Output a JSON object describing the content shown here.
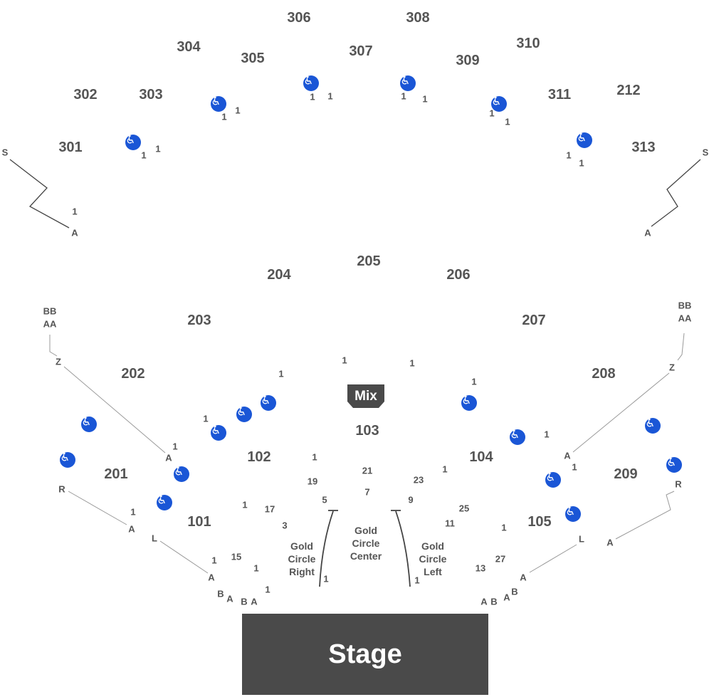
{
  "sections": {
    "s306": "306",
    "s308": "308",
    "s304": "304",
    "s305": "305",
    "s307": "307",
    "s309": "309",
    "s310": "310",
    "s302": "302",
    "s303": "303",
    "s311": "311",
    "s212": "212",
    "s301": "301",
    "s313": "313",
    "s205": "205",
    "s204": "204",
    "s206": "206",
    "s203": "203",
    "s207": "207",
    "s202": "202",
    "s208": "208",
    "s201": "201",
    "s209": "209",
    "s103": "103",
    "s102": "102",
    "s104": "104",
    "s101": "101",
    "s105": "105"
  },
  "row_labels": {
    "one": "1",
    "s": "S",
    "a": "A",
    "b": "B",
    "l": "L",
    "r": "R",
    "z": "Z",
    "aa": "AA",
    "bb": "BB"
  },
  "gold_circle": {
    "right": [
      "Gold",
      "Circle",
      "Right"
    ],
    "center": [
      "Gold",
      "Circle",
      "Center"
    ],
    "left": [
      "Gold",
      "Circle",
      "Left"
    ]
  },
  "row_numbers": {
    "n3": "3",
    "n5": "5",
    "n7": "7",
    "n9": "9",
    "n11": "11",
    "n13": "13",
    "n15": "15",
    "n17": "17",
    "n19": "19",
    "n21": "21",
    "n23": "23",
    "n25": "25",
    "n27": "27"
  },
  "mix_label": "Mix",
  "stage_label": "Stage",
  "icons": {
    "accessible": "wheelchair-icon"
  },
  "colors": {
    "label": "#555555",
    "accessible": "#1a56d6",
    "stage": "#4a4a4a",
    "mix": "#4a4a4a",
    "line": "#444444"
  }
}
